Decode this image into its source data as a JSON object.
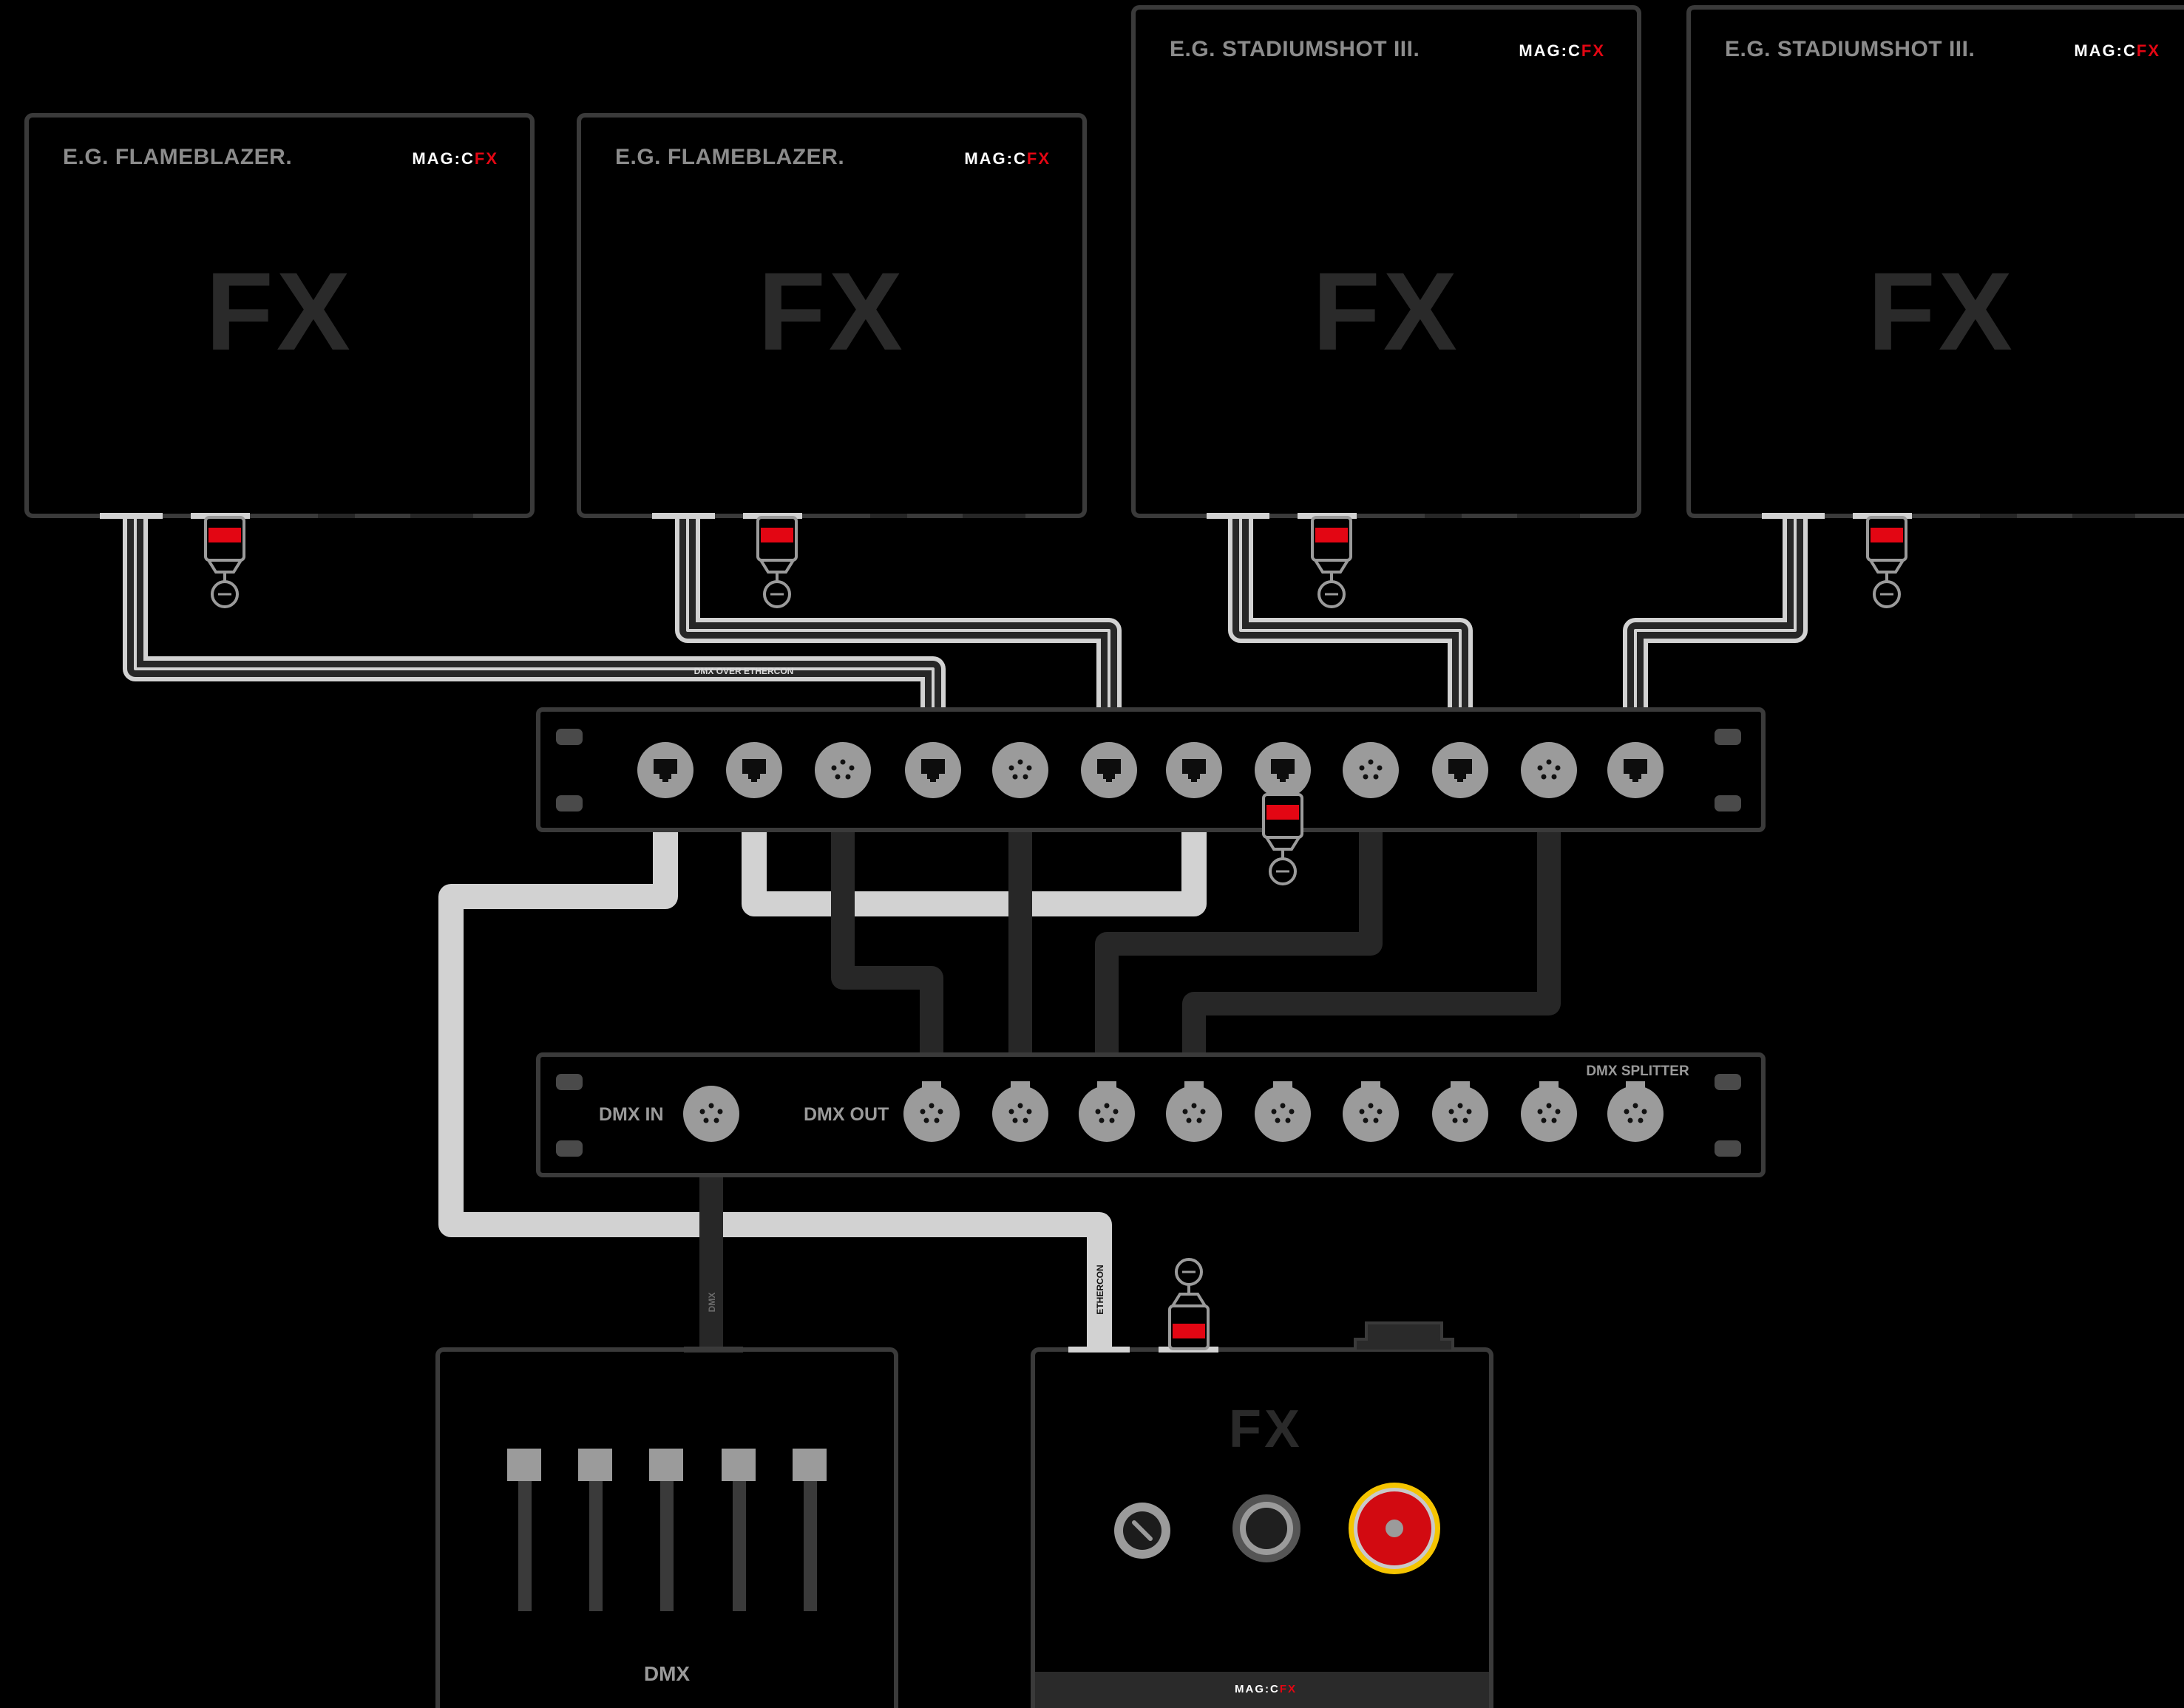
{
  "devices": {
    "flameblazer_1": {
      "title": "E.G. FLAMEBLAZER.",
      "brand_left": "MAG:C",
      "brand_right": "FX",
      "watermark": "FX"
    },
    "flameblazer_2": {
      "title": "E.G. FLAMEBLAZER.",
      "brand_left": "MAG:C",
      "brand_right": "FX",
      "watermark": "FX"
    },
    "stadiumshot_1": {
      "title": "E.G. STADIUMSHOT III.",
      "brand_left": "MAG:C",
      "brand_right": "FX",
      "watermark": "FX"
    },
    "stadiumshot_2": {
      "title": "E.G. STADIUMSHOT III.",
      "brand_left": "MAG:C",
      "brand_right": "FX",
      "watermark": "FX"
    }
  },
  "cables": {
    "dmx_over_ethercon": "DMX OVER ETHERCON",
    "dmx": "DMX",
    "ethercon": "ETHERCON"
  },
  "splitter": {
    "dmx_in": "DMX IN",
    "dmx_out": "DMX OUT",
    "name": "DMX SPLITTER"
  },
  "console": {
    "label": "DMX"
  },
  "controller": {
    "watermark": "FX",
    "brand_left": "MAG:C",
    "brand_right": "FX"
  },
  "colors": {
    "background": "#000000",
    "outline": "#3a3a3a",
    "connector": "#9b9b9b",
    "cable_light": "#d2d2d2",
    "cable_dark": "#272727",
    "accent_red": "#e30613",
    "emergency_ring": "#f5c400"
  },
  "icons": {
    "ethercon_port": "ethercon-port-icon",
    "xlr_port": "xlr-5pin-port-icon",
    "power_plug": "power-plug-icon",
    "key_switch": "key-switch-icon",
    "arm_button": "arm-button-icon",
    "emergency_stop": "emergency-stop-icon",
    "fader": "fader-icon"
  }
}
